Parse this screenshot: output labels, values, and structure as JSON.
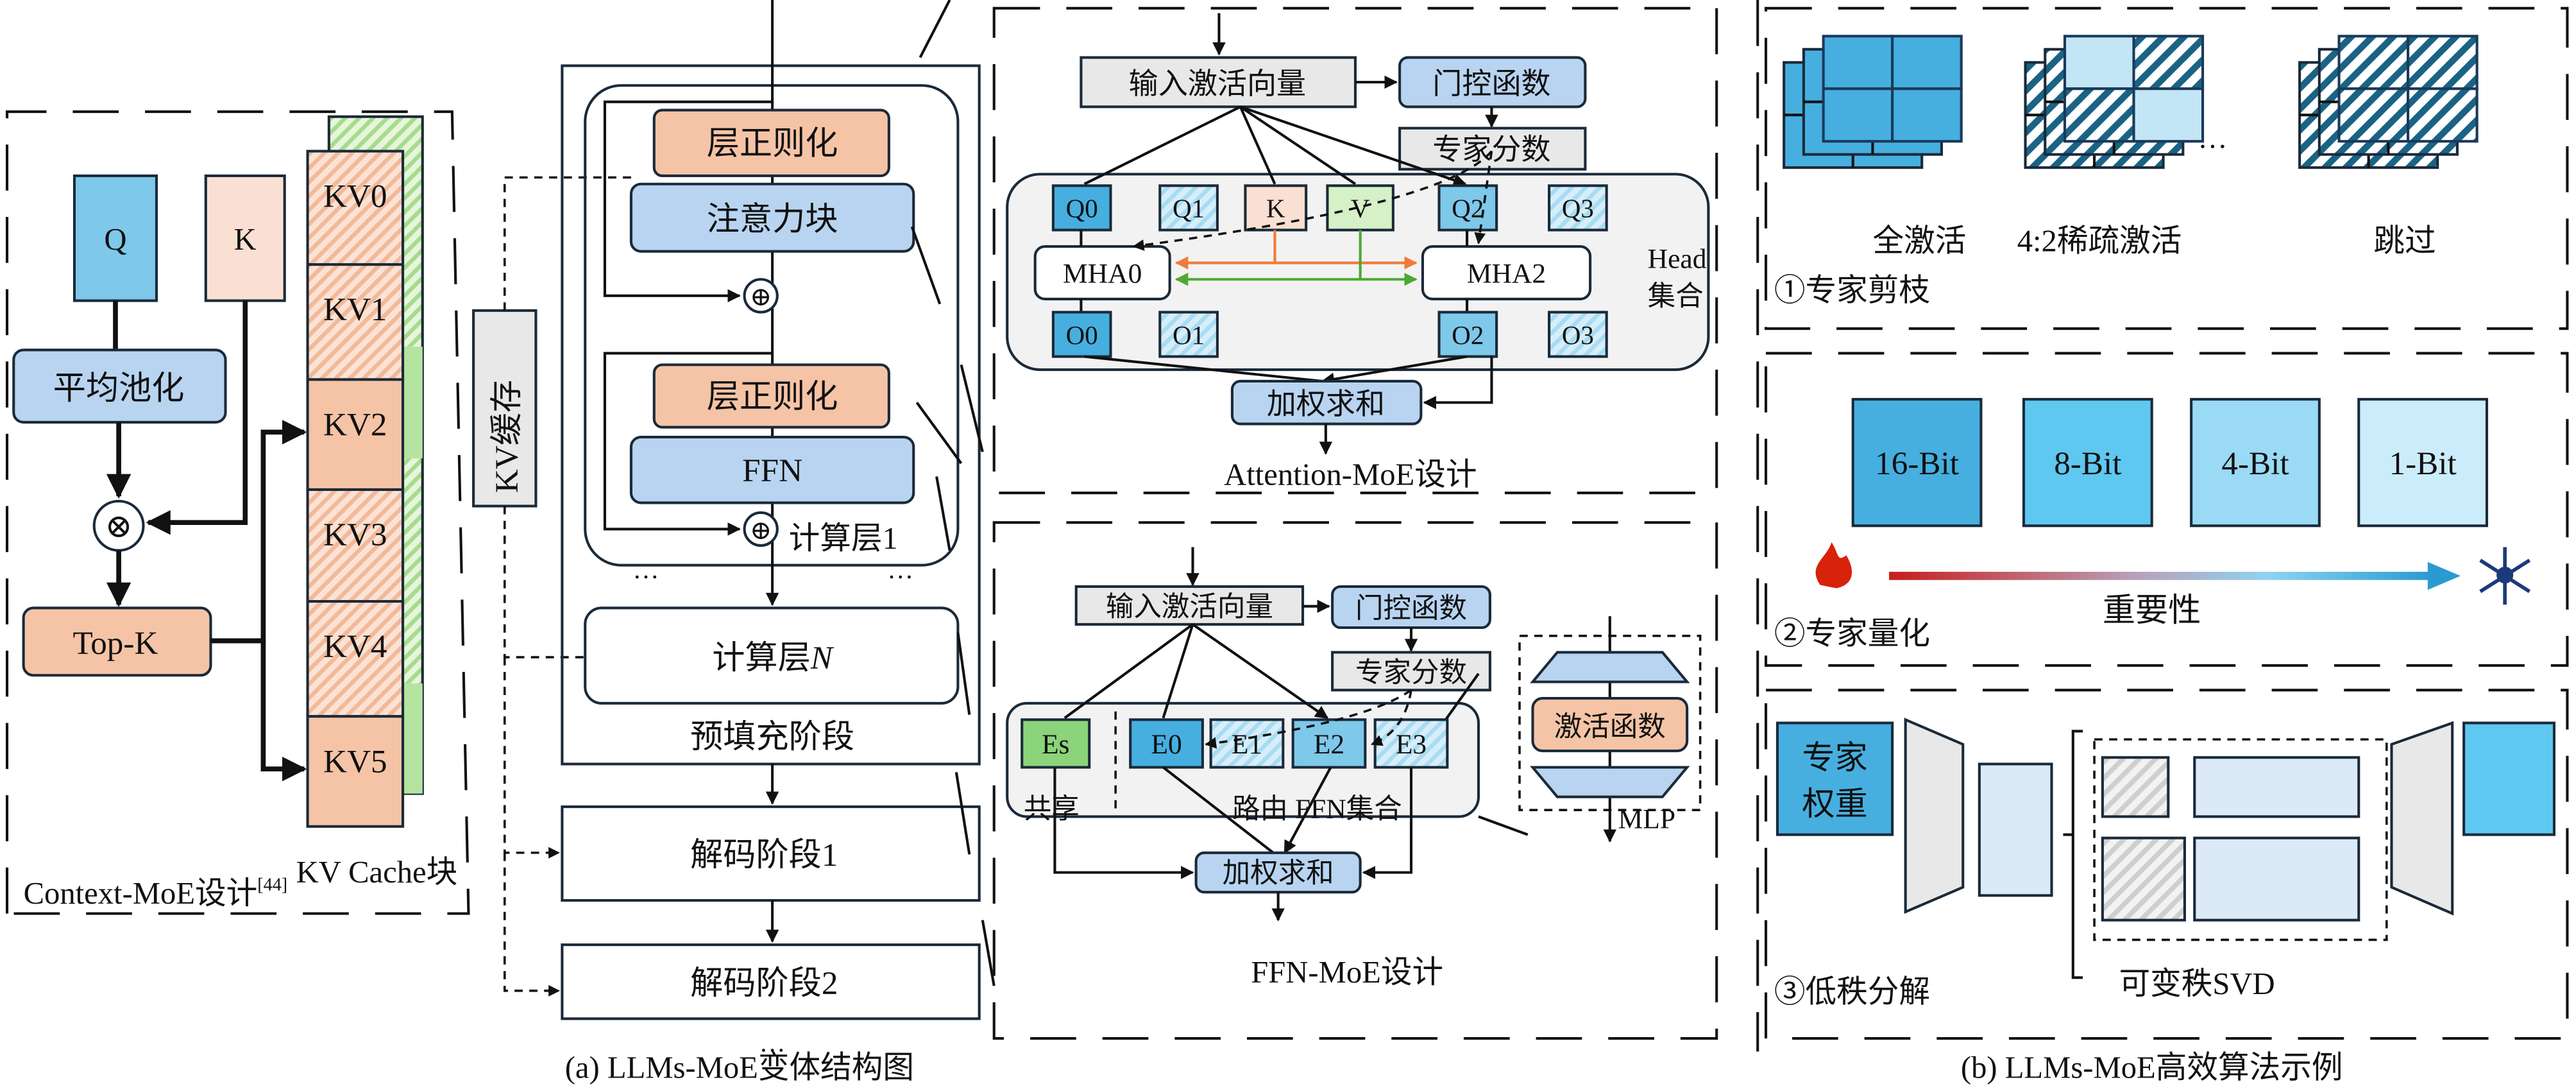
{
  "colors": {
    "q_blue": "#7ec8ea",
    "k_peach": "#fae0d2",
    "norm_salmon": "#f5c4a6",
    "block_blue": "#b8d4f0",
    "kv_green": "#b5e3a0",
    "dark_blue": "#46afe0",
    "gray_box": "#e8e8e8",
    "orange_line": "#f07b3a",
    "green_line": "#4ea832"
  },
  "context_moe": {
    "q_label": "Q",
    "k_label": "K",
    "pool_label": "平均池化",
    "multiply_symbol": "⊗",
    "topk_label": "Top-K",
    "kv_blocks": [
      "KV0",
      "KV1",
      "KV2",
      "KV3",
      "KV4",
      "KV5"
    ],
    "kv_selected": [
      "KV2",
      "KV5"
    ],
    "kv_cache_label": "KV Cache块",
    "title": "Context-MoE设计",
    "citation": "[44]"
  },
  "kv_buffer_label": "KV缓存",
  "model": {
    "layernorm_label": "层正则化",
    "attention_label": "注意力块",
    "ffn_label": "FFN",
    "add_symbol": "⊕",
    "layer1_label": "计算层1",
    "layerN_label": "计算层",
    "layerN_var": "N",
    "ellipsis": "…",
    "prefill_label": "预填充阶段",
    "decode1_label": "解码阶段1",
    "decode2_label": "解码阶段2"
  },
  "attention_moe": {
    "input_label": "输入激活向量",
    "gate_label": "门控函数",
    "score_label": "专家分数",
    "heads_q": [
      "Q0",
      "Q1",
      "Q2",
      "Q3"
    ],
    "k": "K",
    "v": "V",
    "mha": [
      "MHA0",
      "MHA2"
    ],
    "heads_o": [
      "O0",
      "O1",
      "O2",
      "O3"
    ],
    "set_label_1": "Head",
    "set_label_2": "集合",
    "sum_label": "加权求和",
    "title": "Attention-MoE设计"
  },
  "ffn_moe": {
    "input_label": "输入激活向量",
    "gate_label": "门控函数",
    "score_label": "专家分数",
    "shared_expert": "Es",
    "experts": [
      "E0",
      "E1",
      "E2",
      "E3"
    ],
    "shared_label": "共享",
    "routed_label": "路由 FFN集合",
    "sum_label": "加权求和",
    "mlp_activation": "激活函数",
    "mlp_label": "MLP",
    "title": "FFN-MoE设计"
  },
  "pruning": {
    "items": [
      "全激活",
      "4:2稀疏激活",
      "跳过"
    ],
    "ellipsis": "…",
    "title": "①专家剪枝"
  },
  "quantization": {
    "bits": [
      "16-Bit",
      "8-Bit",
      "4-Bit",
      "1-Bit"
    ],
    "bit_colors": [
      "#46afe0",
      "#5ec8f0",
      "#9adaf5",
      "#cbedfb"
    ],
    "axis_label": "重要性",
    "start_icon": "fire-icon",
    "end_icon": "snowflake-icon",
    "title": "②专家量化"
  },
  "lowrank": {
    "weight_label_1": "专家",
    "weight_label_2": "权重",
    "svd_label": "可变秩SVD",
    "title": "③低秩分解"
  },
  "captions": {
    "a": "(a) LLMs-MoE变体结构图",
    "b": "(b) LLMs-MoE高效算法示例"
  }
}
